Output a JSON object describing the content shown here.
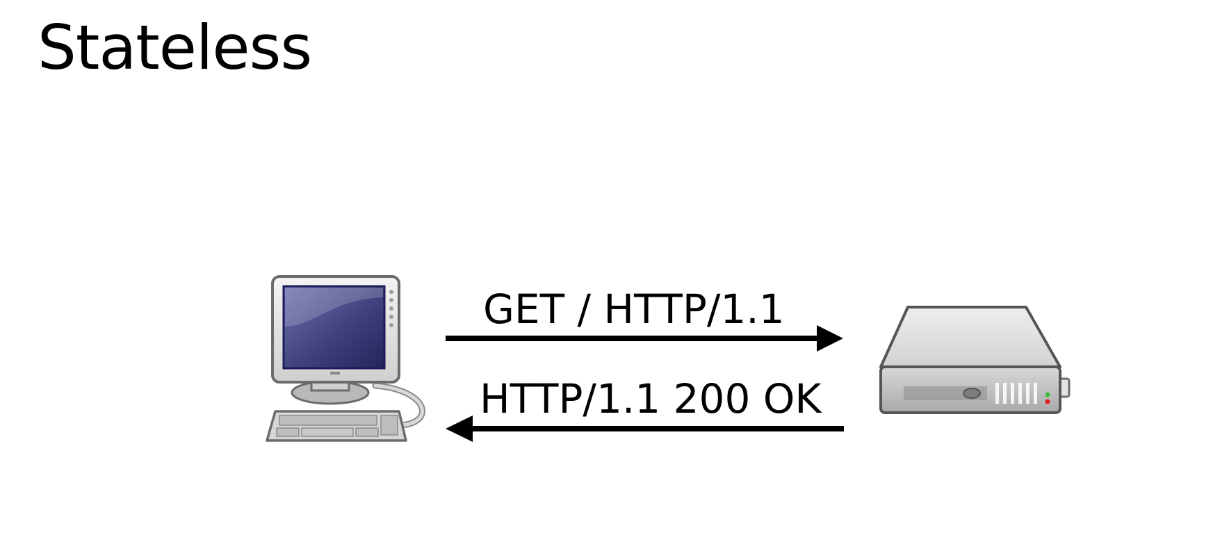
{
  "slide": {
    "title": "Stateless"
  },
  "diagram": {
    "client": {
      "icon": "desktop-computer-icon"
    },
    "server": {
      "icon": "server-icon"
    },
    "request": {
      "label": "GET / HTTP/1.1",
      "direction": "client-to-server"
    },
    "response": {
      "label": "HTTP/1.1 200 OK",
      "direction": "server-to-client"
    }
  }
}
